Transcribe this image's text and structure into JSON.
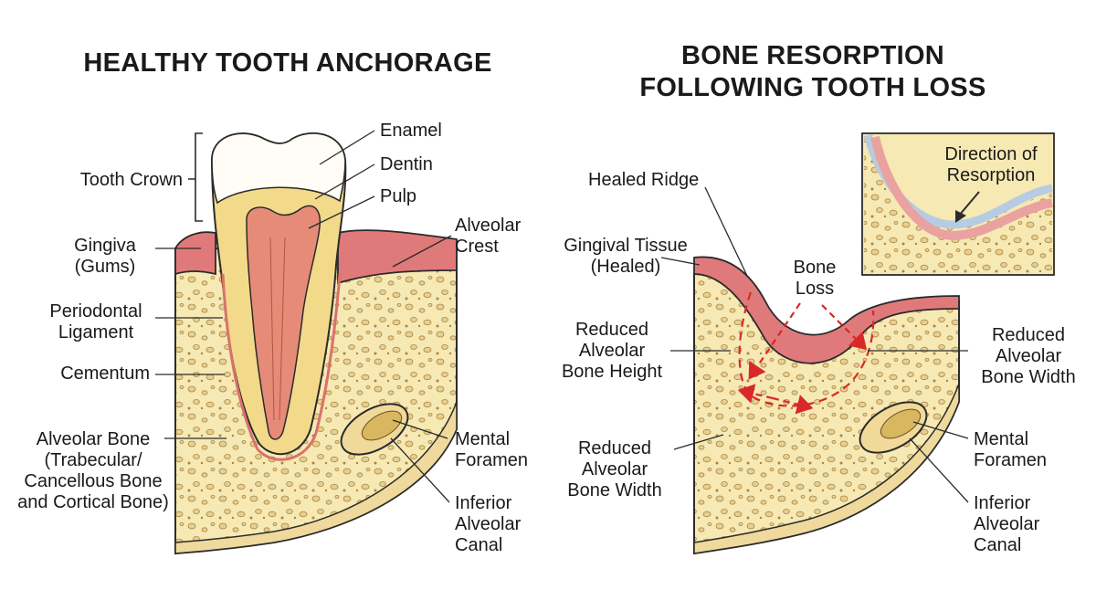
{
  "left_panel": {
    "title": "HEALTHY TOOTH ANCHORAGE",
    "labels": {
      "enamel": "Enamel",
      "dentin": "Dentin",
      "pulp": "Pulp",
      "tooth_crown": "Tooth Crown",
      "gingiva": [
        "Gingiva",
        "(Gums)"
      ],
      "alveolar_crest": [
        "Alveolar",
        "Crest"
      ],
      "periodontal_ligament": [
        "Periodontal",
        "Ligament"
      ],
      "cementum": "Cementum",
      "alveolar_bone": [
        "Alveolar Bone",
        "(Trabecular/",
        "Cancellous Bone",
        "and Cortical Bone)"
      ],
      "mental_foramen": [
        "Mental",
        "Foramen"
      ],
      "inferior_alveolar_canal": [
        "Inferior",
        "Alveolar",
        "Canal"
      ]
    }
  },
  "right_panel": {
    "title": [
      "BONE RESORPTION",
      "FOLLOWING TOOTH LOSS"
    ],
    "labels": {
      "healed_ridge": "Healed Ridge",
      "gingival_tissue": [
        "Gingival Tissue",
        "(Healed)"
      ],
      "bone_loss": [
        "Bone",
        "Loss"
      ],
      "reduced_height": [
        "Reduced",
        "Alveolar",
        "Bone Height"
      ],
      "reduced_width_left": [
        "Reduced",
        "Alveolar",
        "Bone Width"
      ],
      "reduced_width_right": [
        "Reduced",
        "Alveolar",
        "Bone Width"
      ],
      "mental_foramen": [
        "Mental",
        "Foramen"
      ],
      "inferior_alveolar_canal": [
        "Inferior",
        "Alveolar",
        "Canal"
      ]
    },
    "inset": {
      "direction_label": [
        "Direction of",
        "Resorption"
      ]
    }
  },
  "colors": {
    "bone": "#f6e9b4",
    "bone_spots": "#c9a96a",
    "gum": "#e07a7a",
    "gum_light": "#f3b3ad",
    "enamel": "#ffffff",
    "dentin": "#f3d98a",
    "pulp": "#e58b78",
    "resorption_arrow": "#d8282a",
    "outline": "#2b2b2b"
  }
}
